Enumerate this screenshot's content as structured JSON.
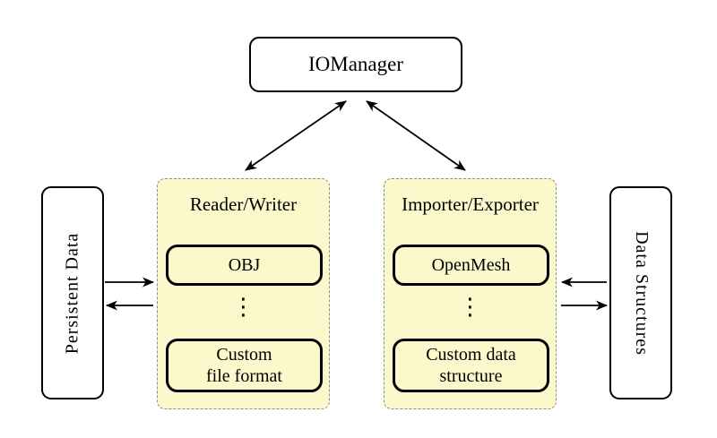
{
  "colors": {
    "panel_fill": "#FBF8CC",
    "panel_border": "#8C8C8C",
    "box_border": "#000000",
    "box_fill": "#FFFFFF",
    "arrow": "#000000"
  },
  "io_manager": {
    "label": "IOManager"
  },
  "persistent_data": {
    "label": "Persistent Data"
  },
  "data_structures": {
    "label": "Data Structures"
  },
  "reader_writer": {
    "title": "Reader/Writer",
    "ellipsis": "⋮",
    "items": [
      {
        "label": "OBJ"
      },
      {
        "label": "Custom\nfile format"
      }
    ]
  },
  "importer_exporter": {
    "title": "Importer/Exporter",
    "ellipsis": "⋮",
    "items": [
      {
        "label": "OpenMesh"
      },
      {
        "label": "Custom data\nstructure"
      }
    ]
  }
}
